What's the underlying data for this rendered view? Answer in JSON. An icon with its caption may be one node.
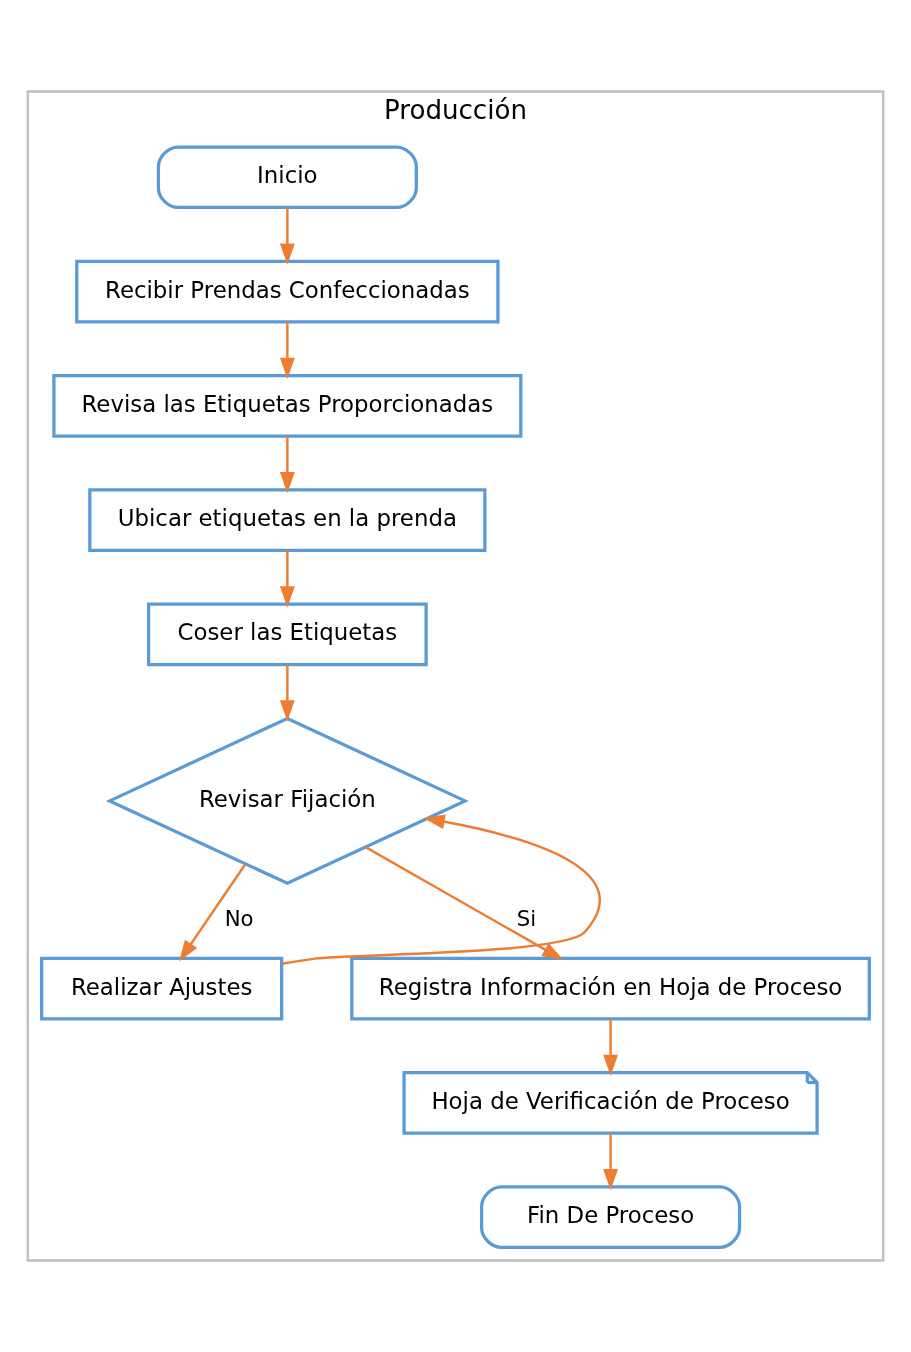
{
  "diagram": {
    "nodes": [
      {
        "text": [
          "Producción"
        ]
      },
      {
        "text": [
          "Inicio"
        ],
        "in": 0
      },
      {
        "text": [
          "Recibir Prendas Confeccionadas"
        ],
        "in": 0
      },
      {
        "text": [
          "Revisa las Etiquetas Proporcionadas"
        ],
        "in": 0
      },
      {
        "text": [
          "Ubicar etiquetas en la prenda"
        ],
        "in": 0
      },
      {
        "text": [
          "Coser las Etiquetas"
        ],
        "in": 0
      },
      {
        "text": [
          "Revisar Fijación"
        ],
        "in": 0
      },
      {
        "text": [
          "Realizar Ajustes"
        ],
        "in": 0
      },
      {
        "text": [
          "Registra Información en Hoja de Proceso"
        ],
        "in": 0
      },
      {
        "text": [
          "Hoja de Verificación de Proceso"
        ],
        "in": 0
      },
      {
        "text": [
          "Fin De Proceso"
        ],
        "in": 0
      }
    ],
    "edges": [
      {
        "from": 1,
        "to": 2,
        "arrow": "to"
      },
      {
        "from": 2,
        "to": 3,
        "arrow": "to"
      },
      {
        "from": 3,
        "to": 4,
        "arrow": "to"
      },
      {
        "from": 4,
        "to": 5,
        "arrow": "to"
      },
      {
        "from": 5,
        "to": 6,
        "arrow": "to"
      },
      {
        "from": 6,
        "to": 8,
        "arrow": "to",
        "label": "Si"
      },
      {
        "from": 6,
        "to": 7,
        "arrow": "to",
        "label": "No"
      },
      {
        "from": 7,
        "to": 6,
        "arrow": "to"
      },
      {
        "from": 8,
        "to": 9,
        "arrow": "to"
      },
      {
        "from": 9,
        "to": 10,
        "arrow": "to"
      }
    ]
  }
}
